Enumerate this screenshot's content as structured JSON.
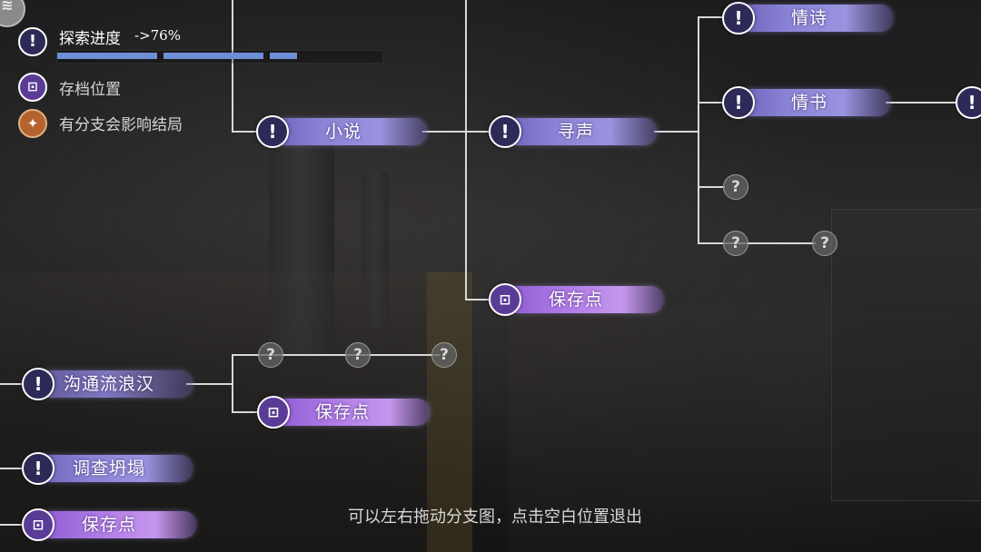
{
  "legend": {
    "progress_label": "探索进度",
    "progress_value": "->76%",
    "progress_fraction": 0.76,
    "save_label": "存档位置",
    "branch_label": "有分支会影响结局"
  },
  "nodes": {
    "novel": "小说",
    "seek_voice": "寻声",
    "love_poem": "情诗",
    "love_letter": "情书",
    "save_point_top": "保存点",
    "talk_vagrant": "沟通流浪汉",
    "save_point_mid": "保存点",
    "investigate": "调查坍塌",
    "save_point_bottom": "保存点"
  },
  "icons": {
    "branch": "!",
    "unknown": "?",
    "save": "save-folder-icon"
  },
  "hint": "可以左右拖动分支图，点击空白位置退出",
  "colors": {
    "node_accent": "#8b84d6",
    "save_accent": "#b07be6",
    "progress": "#6d8fd6"
  }
}
